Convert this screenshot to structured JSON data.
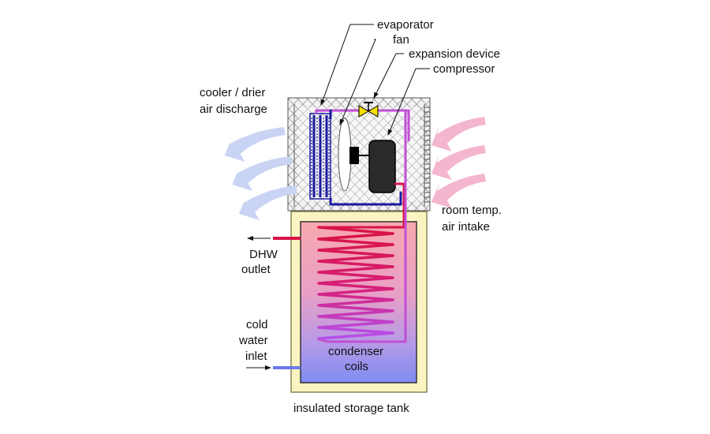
{
  "labels": {
    "evaporator": "evaporator",
    "fan": "fan",
    "expansion_device": "expansion device",
    "compressor": "compressor",
    "discharge_line1": "cooler / drier",
    "discharge_line2": "air discharge",
    "intake_line1": "room temp.",
    "intake_line2": "air intake",
    "dhw_line1": "DHW",
    "dhw_line2": "outlet",
    "cold_line1": "cold",
    "cold_line2": "water",
    "cold_line3": "inlet",
    "condenser_line1": "condenser",
    "condenser_line2": "coils",
    "tank": "insulated storage tank"
  },
  "colors": {
    "hot": "#d8144a",
    "warm_mid": "#c24fd6",
    "cold": "#6b78ee",
    "refrigerant_low": "#1a1aa0",
    "compressor": "#2a2a2a",
    "expansion_valve": "#f2e000",
    "cool_air_arrow": "#c9d4f4",
    "room_air_arrow": "#f4b6cf",
    "tank_insulation": "#fbf4c2"
  },
  "icons": {
    "discharge_arrows": "left-curved-arrow-icon",
    "intake_arrows": "left-curved-arrow-icon",
    "valve": "expansion-valve-icon",
    "fan": "fan-icon"
  }
}
